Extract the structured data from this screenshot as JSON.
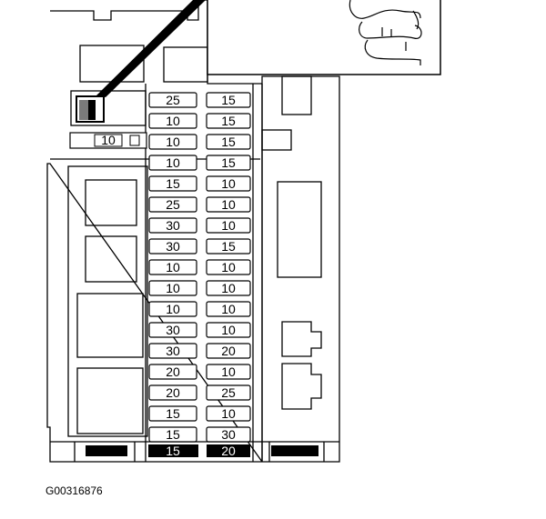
{
  "diagram": {
    "caption": "G00316876",
    "side_fuse_label": "10",
    "left_column": [
      "25",
      "10",
      "10",
      "10",
      "15",
      "25",
      "30",
      "30",
      "10",
      "10",
      "10",
      "30",
      "30",
      "20",
      "20",
      "15",
      "15"
    ],
    "right_column": [
      "15",
      "15",
      "15",
      "15",
      "10",
      "10",
      "10",
      "15",
      "10",
      "10",
      "10",
      "10",
      "20",
      "10",
      "25",
      "10",
      "30"
    ],
    "bottom_left_label": "15",
    "bottom_right_label": "20"
  }
}
